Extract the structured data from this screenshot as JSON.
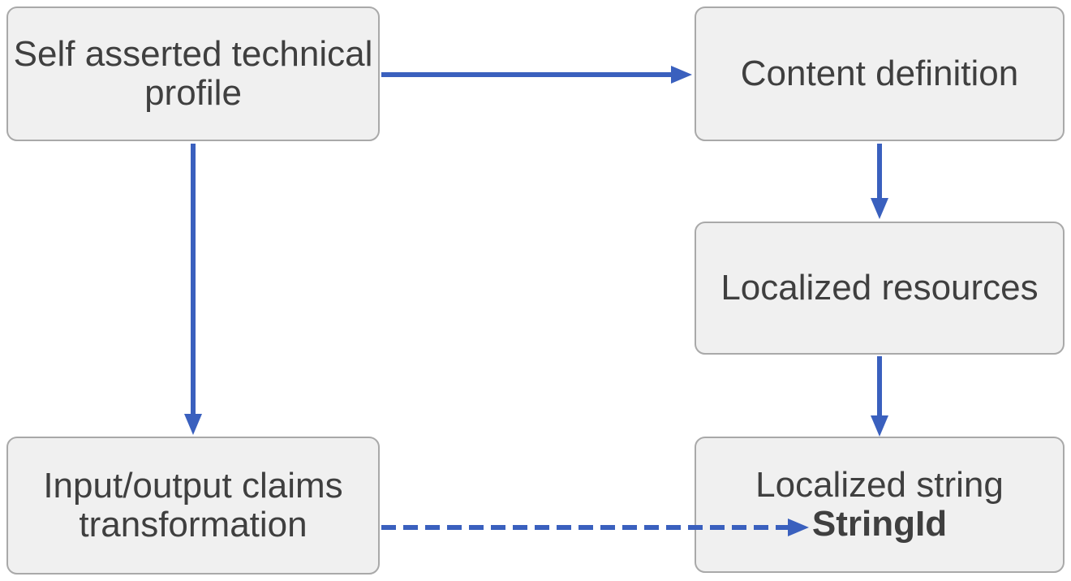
{
  "diagram": {
    "type": "flowchart",
    "colors": {
      "bg": "#ffffff",
      "arrow": "#3A60BE",
      "box_fill": "#F0F0F0",
      "box_border": "#A9A9A9",
      "text": "#3F3F3F"
    },
    "nodes": [
      {
        "id": "self-asserted-technical-profile",
        "label": "Self asserted technical\nprofile"
      },
      {
        "id": "content-definition",
        "label": "Content definition"
      },
      {
        "id": "localized-resources",
        "label": "Localized resources"
      },
      {
        "id": "input-output-claims-transformation",
        "label": "Input/output claims\ntransformation"
      },
      {
        "id": "localized-string",
        "label": "Localized string",
        "sublabel": "StringId"
      }
    ],
    "edges": [
      {
        "from": "self-asserted-technical-profile",
        "to": "content-definition",
        "style": "solid"
      },
      {
        "from": "content-definition",
        "to": "localized-resources",
        "style": "solid"
      },
      {
        "from": "localized-resources",
        "to": "localized-string",
        "style": "solid"
      },
      {
        "from": "self-asserted-technical-profile",
        "to": "input-output-claims-transformation",
        "style": "solid"
      },
      {
        "from": "input-output-claims-transformation",
        "to": "localized-string",
        "style": "dashed"
      }
    ]
  }
}
